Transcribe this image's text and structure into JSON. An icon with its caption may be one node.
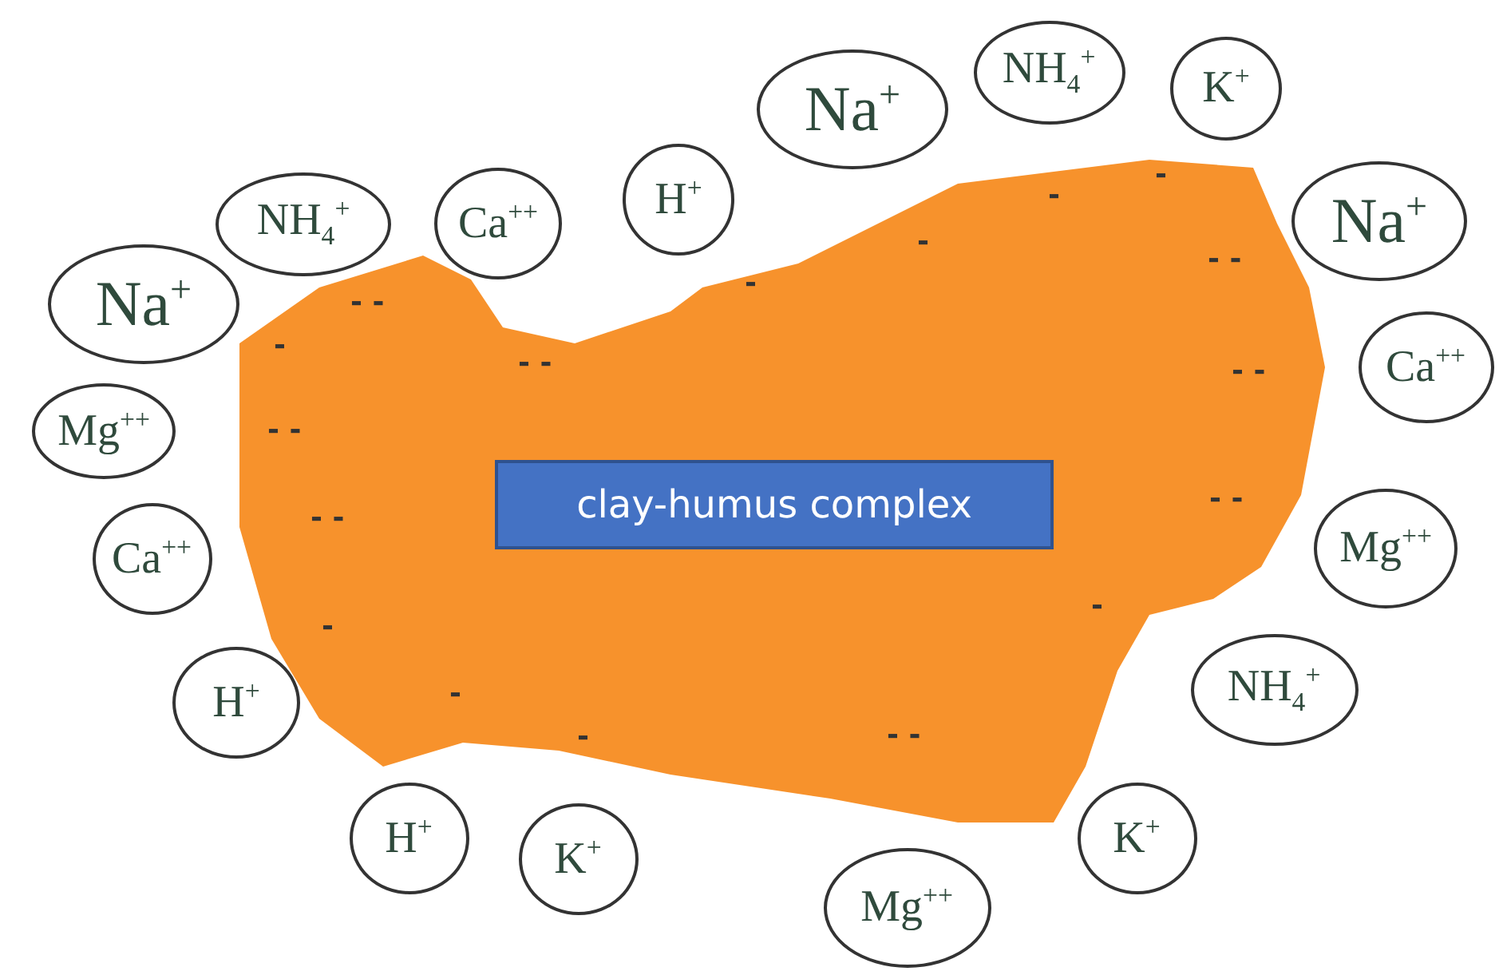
{
  "diagram": {
    "nodes": [
      {
        "text": [],
        "shape": "blob"
      },
      {
        "text": [
          "clay-humus complex"
        ],
        "in": 0
      },
      {
        "text": [
          "NH$_{4}$$^{+}$"
        ]
      },
      {
        "text": [
          "K$^{+}$"
        ]
      },
      {
        "text": [
          "Na$^{+}$"
        ]
      },
      {
        "text": [
          "H$^{+}$"
        ]
      },
      {
        "text": [
          "NH$_{4}$$^{+}$"
        ]
      },
      {
        "text": [
          "Ca$^{++}$"
        ]
      },
      {
        "text": [
          "Na$^{+}$"
        ]
      },
      {
        "text": [
          "Na$^{+}$"
        ]
      },
      {
        "text": [
          "Ca$^{++}$"
        ]
      },
      {
        "text": [
          "Mg$^{++}$"
        ]
      },
      {
        "text": [
          "Mg$^{++}$"
        ]
      },
      {
        "text": [
          "Ca$^{++}$"
        ]
      },
      {
        "text": [
          "NH$_{4}$$^{+}$"
        ]
      },
      {
        "text": [
          "H$^{+}$"
        ]
      },
      {
        "text": [
          "H$^{+}$"
        ]
      },
      {
        "text": [
          "K$^{+}$"
        ]
      },
      {
        "text": [
          "K$^{+}$"
        ]
      },
      {
        "text": [
          "Mg$^{++}$"
        ]
      }
    ],
    "edges": [],
    "labels": [
      "-",
      "-",
      "-",
      "- -",
      "-",
      "- -",
      "-",
      "- -",
      "- -",
      "- -",
      "- -",
      "- -",
      "-",
      "-",
      "-",
      "- -",
      "-"
    ]
  }
}
